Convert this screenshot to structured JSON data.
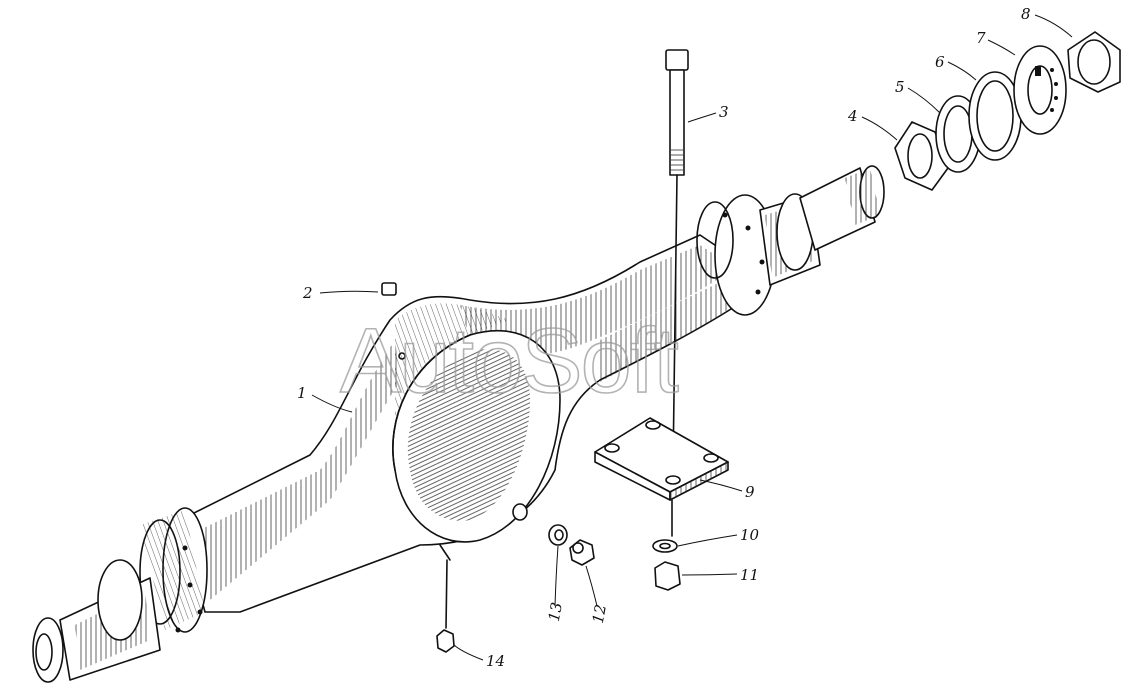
{
  "diagram": {
    "watermark": "AutoSoft",
    "callouts": [
      {
        "id": "label-1",
        "text": "1"
      },
      {
        "id": "label-2",
        "text": "2"
      },
      {
        "id": "label-3",
        "text": "3"
      },
      {
        "id": "label-4",
        "text": "4"
      },
      {
        "id": "label-5",
        "text": "5"
      },
      {
        "id": "label-6",
        "text": "6"
      },
      {
        "id": "label-7",
        "text": "7"
      },
      {
        "id": "label-8",
        "text": "8"
      },
      {
        "id": "label-9",
        "text": "9"
      },
      {
        "id": "label-10",
        "text": "10"
      },
      {
        "id": "label-11",
        "text": "11"
      },
      {
        "id": "label-12",
        "text": "12"
      },
      {
        "id": "label-13",
        "text": "13"
      },
      {
        "id": "label-14",
        "text": "14"
      }
    ]
  }
}
